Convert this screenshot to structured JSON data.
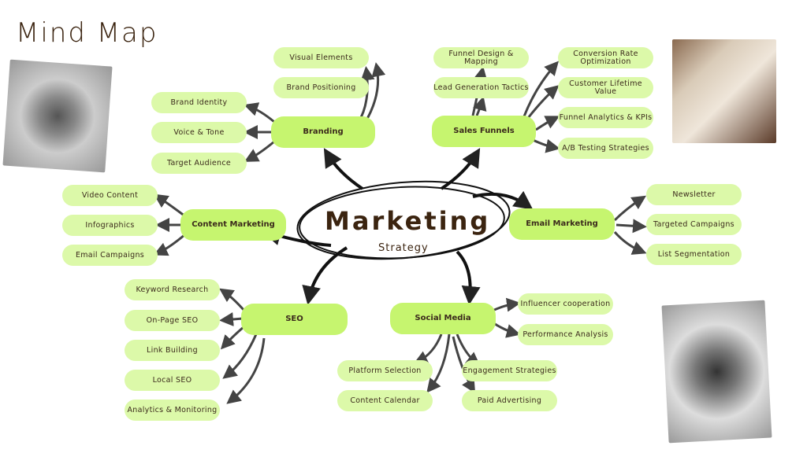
{
  "title": "Mind Map",
  "center": {
    "title": "Marketing",
    "subtitle": "Strategy"
  },
  "branches": {
    "branding": {
      "label": "Branding",
      "children": [
        "Visual Elements",
        "Brand Positioning",
        "Brand Identity",
        "Voice & Tone",
        "Target Audience"
      ]
    },
    "sales": {
      "label": "Sales Funnels",
      "children": [
        "Funnel Design & Mapping",
        "Lead Generation Tactics",
        "Conversion Rate Optimization",
        "Customer Lifetime Value",
        "Funnel Analytics & KPIs",
        "A/B Testing Strategies"
      ]
    },
    "content": {
      "label": "Content Marketing",
      "children": [
        "Video Content",
        "Infographics",
        "Email Campaigns"
      ]
    },
    "email": {
      "label": "Email Marketing",
      "children": [
        "Newsletter",
        "Targeted Campaigns",
        "List Segmentation"
      ]
    },
    "seo": {
      "label": "SEO",
      "children": [
        "Keyword Research",
        "On-Page SEO",
        "Link Building",
        "Local SEO",
        "Analytics & Monitoring"
      ]
    },
    "social": {
      "label": "Social Media",
      "children": [
        "Influencer cooperation",
        "Performance Analysis",
        "Engagement Strategies",
        "Platform Selection",
        "Content Calendar",
        "Paid Advertising"
      ]
    }
  },
  "colors": {
    "main": "#c6f56f",
    "sub": "#dcf9a9",
    "text": "#3b2a1c"
  }
}
